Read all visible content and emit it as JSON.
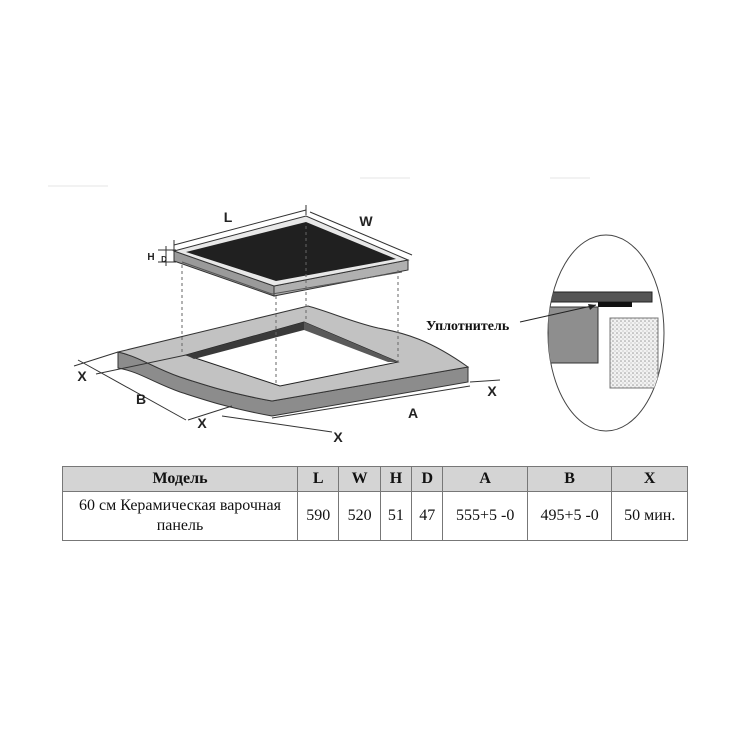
{
  "diagram": {
    "dim_labels": {
      "L": "L",
      "W": "W",
      "H": "H",
      "D": "D",
      "A": "A",
      "B": "B",
      "X_left": "X",
      "X_right": "X",
      "X_front_left": "X",
      "X_front_bottom": "X"
    },
    "seal_label": "Уплотнитель"
  },
  "table": {
    "headers": [
      "Модель",
      "L",
      "W",
      "H",
      "D",
      "A",
      "B",
      "X"
    ],
    "row": {
      "model": "60 см Керамическая варочная панель",
      "L": "590",
      "W": "520",
      "H": "51",
      "D": "47",
      "A": "555+5 -0",
      "B": "495+5 -0",
      "X": "50 мин."
    }
  }
}
